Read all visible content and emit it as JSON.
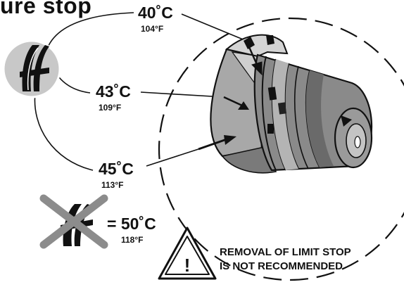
{
  "title": "ure stop",
  "stops": [
    {
      "celsius": "40˚C",
      "fahrenheit": "104°F"
    },
    {
      "celsius": "43˚C",
      "fahrenheit": "109°F"
    },
    {
      "celsius": "45˚C",
      "fahrenheit": "113°F"
    }
  ],
  "crossed_stop": {
    "prefix": "= ",
    "celsius": "50˚C",
    "fahrenheit": "118°F"
  },
  "warning": {
    "line1": "REMOVAL OF LIMIT STOP",
    "line2": "IS NOT RECOMMENDED",
    "symbol": "!"
  },
  "icons": [
    "limit-stop-icon",
    "crossed-limit-stop-icon",
    "warning-triangle-icon"
  ],
  "colors": {
    "ink": "#111111",
    "grey_disc": "#c8c8c8",
    "cartridge_dark": "#6e6e6e",
    "cartridge_light": "#a8a8a8",
    "cross": "#8c8c8c"
  }
}
